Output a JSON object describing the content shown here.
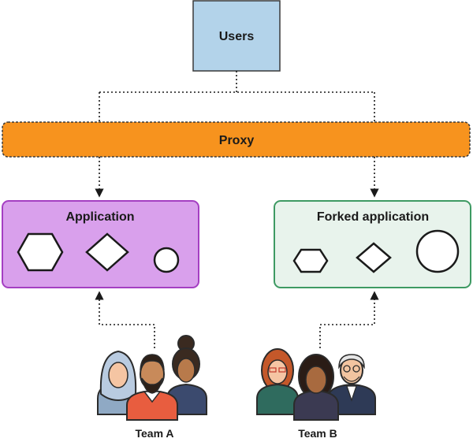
{
  "users": {
    "label": "Users"
  },
  "proxy": {
    "label": "Proxy"
  },
  "application": {
    "title": "Application",
    "shapes": [
      "hexagon",
      "diamond",
      "circle"
    ]
  },
  "forked_application": {
    "title": "Forked application",
    "shapes": [
      "hexagon",
      "diamond",
      "circle"
    ]
  },
  "team_a": {
    "label": "Team A"
  },
  "team_b": {
    "label": "Team B"
  },
  "colors": {
    "users_fill": "#b3d3ea",
    "users_stroke": "#3a3a3a",
    "proxy_fill": "#f7931e",
    "app_fill": "#d9a0ec",
    "app_stroke": "#a43fc2",
    "fork_fill": "#e8f3ec",
    "fork_stroke": "#3e9a63"
  }
}
